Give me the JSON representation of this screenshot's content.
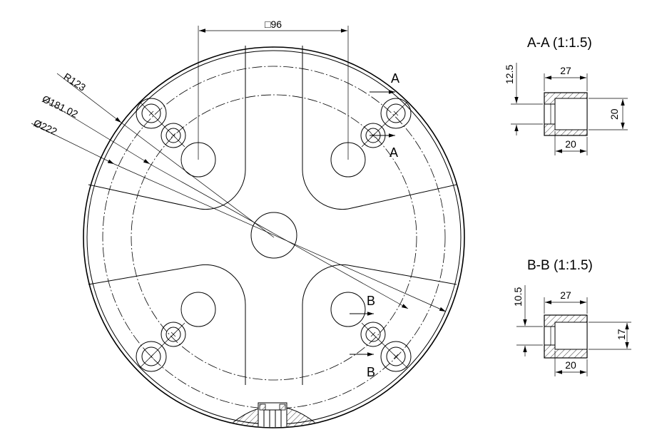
{
  "main_view": {
    "dim_square": "□96",
    "dim_radius": "R123",
    "dim_dia_inner": "Ø181.02",
    "dim_dia_outer": "Ø222",
    "section_a_label": "A",
    "section_b_label": "B"
  },
  "section_aa": {
    "title": "A-A (1:1.5)",
    "dim_top": "27",
    "dim_bottom": "20",
    "dim_right": "20",
    "dim_left": "12.5"
  },
  "section_bb": {
    "title": "B-B (1:1.5)",
    "dim_top": "27",
    "dim_bottom": "20",
    "dim_right": "17",
    "dim_left": "10.5"
  }
}
